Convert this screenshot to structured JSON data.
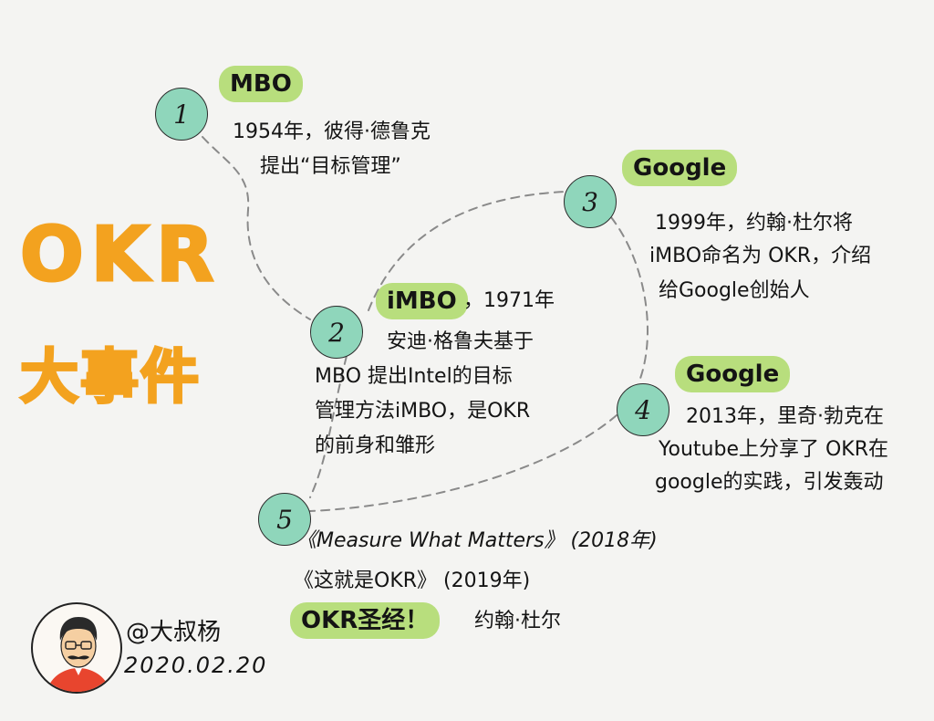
{
  "title": {
    "line1": "OKR",
    "line2": "大事件"
  },
  "colors": {
    "node": "#8fd6bb",
    "highlight": "#b8de7d",
    "title": "#f3a21f",
    "line": "#8a8a8a"
  },
  "events": [
    {
      "number": "1",
      "label": "MBO",
      "lines": [
        "1954年，彼得·德鲁克",
        "提出“目标管理”"
      ]
    },
    {
      "number": "2",
      "label": "iMBO",
      "label_suffix": "，1971年",
      "lines": [
        "安迪·格鲁夫基于",
        "MBO 提出Intel的目标",
        "管理方法iMBO，是OKR",
        "的前身和雏形"
      ]
    },
    {
      "number": "3",
      "label": "Google",
      "lines": [
        "1999年，约翰·杜尔将",
        "iMBO命名为 OKR，介绍",
        "给Google创始人"
      ]
    },
    {
      "number": "4",
      "label": "Google",
      "lines": [
        "2013年，里奇·勃克在",
        "Youtube上分享了 OKR在",
        "google的实践，引发轰动"
      ]
    },
    {
      "number": "5",
      "lines": [
        "《Measure What Matters》 (2018年)",
        "《这就是OKR》 (2019年)"
      ],
      "label": "OKR圣经！",
      "label_suffix": "约翰·杜尔"
    }
  ],
  "author": "@大叔杨",
  "date": "2020.02.20"
}
